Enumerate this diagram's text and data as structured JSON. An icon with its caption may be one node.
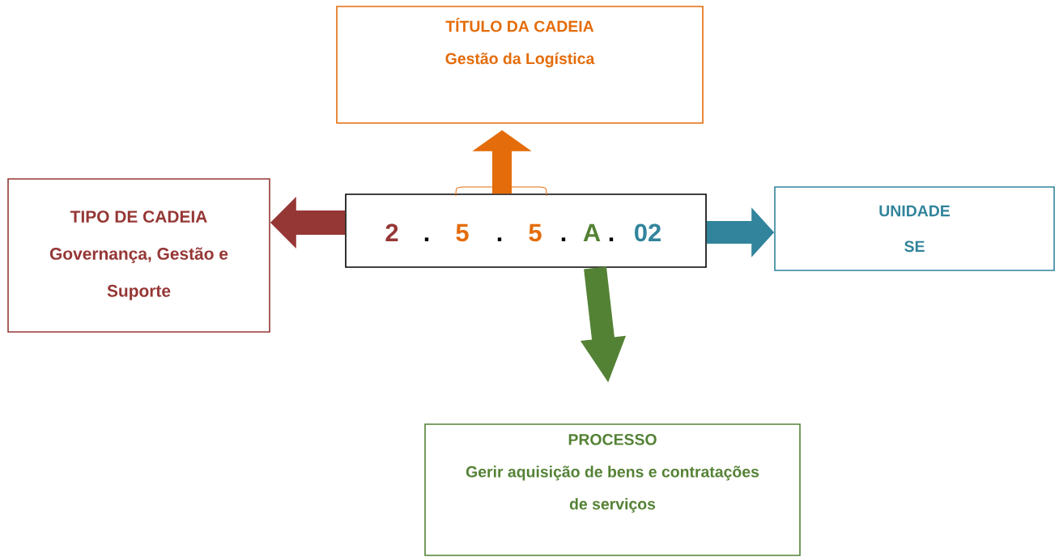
{
  "diagram": {
    "nodes": [
      {
        "text": [
          "2",
          ".",
          "5",
          ".",
          "5",
          ".",
          "A",
          ".",
          "02"
        ]
      },
      {
        "text": [
          "TÍTULO DA CADEIA",
          "Gestão da Logística"
        ]
      },
      {
        "text": [
          "TIPO DE CADEIA",
          "Governança, Gestão e Suporte"
        ]
      },
      {
        "text": [
          "UNIDADE",
          "SE"
        ]
      },
      {
        "text": [
          "PROCESSO",
          "Gerir aquisição de bens e contratações de serviços"
        ]
      }
    ],
    "edges": [
      {
        "from": 0,
        "to": 1,
        "arrow": "to",
        "color": "#e46c0a"
      },
      {
        "from": 0,
        "to": 2,
        "arrow": "to",
        "color": "#953735"
      },
      {
        "from": 0,
        "to": 3,
        "arrow": "to",
        "color": "#31849b"
      },
      {
        "from": 0,
        "to": 4,
        "arrow": "to",
        "color": "#548235"
      }
    ]
  }
}
